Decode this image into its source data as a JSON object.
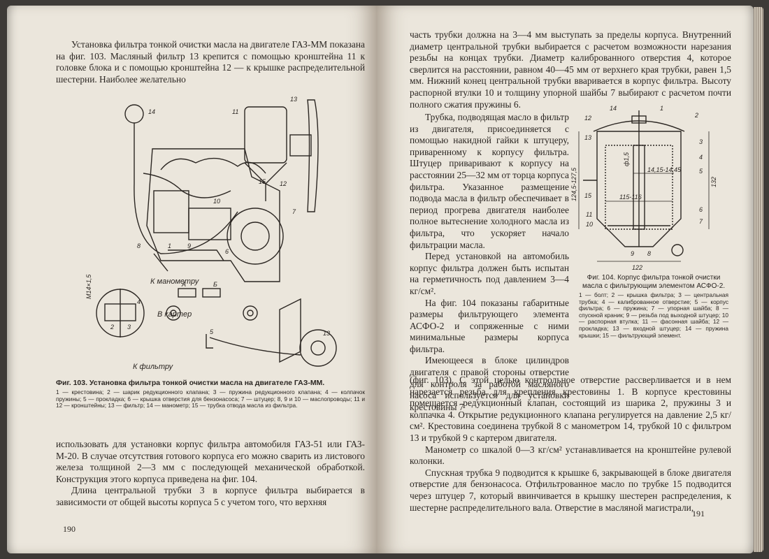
{
  "left_page": {
    "para1": "Установка фильтра тонкой очистки масла на двигателе ГАЗ-ММ показана на фиг. 103. Масляный фильтр 13 крепится с помощью кронштейна 11 к головке блока и с помощью кронштейна 12 — к крышке распределительной шестерни. Наиболее желательно",
    "para2": "использовать для установки корпус фильтра автомобиля ГАЗ-51 или ГАЗ-М-20. В случае отсутствия готового корпуса его можно сварить из листового железа толщиной 2—3 мм с последующей механической обработкой. Конструкция этого корпуса приведена на фиг. 104.",
    "para3": "Длина центральной трубки 3 в корпусе фильтра выбирается в зависимости от общей высоты корпуса 5 с учетом того, что верхняя",
    "fig_caption": "Фиг. 103. Установка фильтра тонкой очистки масла на двигателе ГАЗ-ММ.",
    "fig_legend": "1 — крестовина; 2 — шарик редукционного клапана; 3 — пружина редукционного клапана; 4 — колпачок пружины; 5 — прокладка; 6 — крышка отверстия для бензонасоса; 7 — штуцер; 8, 9 и 10 — маслопроводы; 11 и 12 — кронштейны; 13 — фильтр; 14 — манометр; 15 — трубка отвода масла из фильтра.",
    "fig_labels": {
      "to_gauge": "К манометру",
      "to_crankcase": "В картер",
      "to_filter": "К фильтру",
      "thread": "M14×1,5",
      "section_a": "А",
      "section_b": "Б",
      "n1": "1",
      "n2": "2",
      "n3": "3",
      "n4": "4",
      "n5": "5",
      "n6": "6",
      "n7": "7",
      "n8": "8",
      "n9": "9",
      "n10": "10",
      "n11": "11",
      "n12": "12",
      "n13": "13",
      "n14": "14",
      "n15": "15"
    },
    "page_number": "190"
  },
  "right_page": {
    "para1": "часть трубки должна на 3—4 мм выступать за пределы корпуса. Внутренний диаметр центральной трубки выбирается с расчетом возможности нарезания резьбы на концах трубки. Диаметр калиброванного отверстия 4, которое сверлится на расстоянии, равном 40—45 мм от верхнего края трубки, равен 1,5 мм. Нижний конец центральной трубки вваривается в корпус фильтра. Высоту распорной втулки 10 и толщину упорной шайбы 7 выбирают с расчетом почти полного сжатия пружины 6.",
    "para2": "Трубка, подводящая масло в фильтр из двигателя, присоединяется с помощью накидной гайки к штуцеру, приваренному к корпусу фильтра. Штуцер приваривают к корпусу на расстоянии 25—32 мм от торца корпуса фильтра. Указанное размещение подвода масла в фильтр обеспечивает в период прогрева двигателя наиболее полное вытеснение холодного масла из фильтра, что ускоряет начало фильтрации масла.",
    "para3": "Перед установкой на автомобиль корпус фильтра должен быть испытан на герметичность под давлением 3—4 кг/см².",
    "para4": "На фиг. 104 показаны габаритные размеры фильтрующего элемента АСФО-2 и сопряженные с ними минимальные размеры корпуса фильтра.",
    "para5a": "Имеющееся в блоке цилиндров двигателя с правой стороны отверстие для контроля за работой масляного насоса используется для установки крестовины 7",
    "para5b": "(фиг. 103). С этой целью контрольное отверстие рассверливается и в нем нарезается резьба для крепления крестовины 1. В корпусе крестовины помещается редукционный клапан, состоящий из шарика 2, пружины 3 и колпачка 4. Открытие редукционного клапана регулируется на давление 2,5 кг/см². Крестовина соединена трубкой 8 с манометром 14, трубкой 10 с фильтром 13 и трубкой 9 с картером двигателя.",
    "para6": "Манометр со шкалой 0—3 кг/см² устанавливается на кронштейне рулевой колонки.",
    "para7": "Спускная трубка 9 подводится к крышке 6, закрывающей в блоке двигателя отверстие для бензонасоса. Отфильтрованное масло по трубке 15 подводится через штуцер 7, который ввинчивается в крышку шестерен распределения, к шестерне распределительного вала. Отверстие в масляной магистрали,",
    "fig_caption": "Фиг. 104. Корпус фильтра тонкой очистки масла с фильтрующим элементом АСФО-2.",
    "fig_legend": "1 — болт; 2 — крышка фильтра; 3 — центральная трубка; 4 — калиброванное отверстие; 5 — корпус фильтра; 6 — пружина; 7 — упорная шайба; 8 — спускной краник; 9 — резьба под выходной штуцер; 10 — распорная втулка; 11 — фасонная шайба; 12 — прокладка; 13 — входной штуцер; 14 — пружина крышки; 15 — фильтрующий элемент.",
    "fig_dims": {
      "height_total": "124,5-127,5",
      "height_inner": "132",
      "diam_tube": "14,15-14,45",
      "diam_hole": "ф1,5",
      "diam_inner": "115-116",
      "width_total": "122"
    },
    "fig_labels": {
      "n1": "1",
      "n2": "2",
      "n3": "3",
      "n4": "4",
      "n5": "5",
      "n6": "6",
      "n7": "7",
      "n8": "8",
      "n9": "9",
      "n10": "10",
      "n11": "11",
      "n12": "12",
      "n13": "13",
      "n14": "14",
      "n15": "15"
    },
    "page_number": "191"
  }
}
